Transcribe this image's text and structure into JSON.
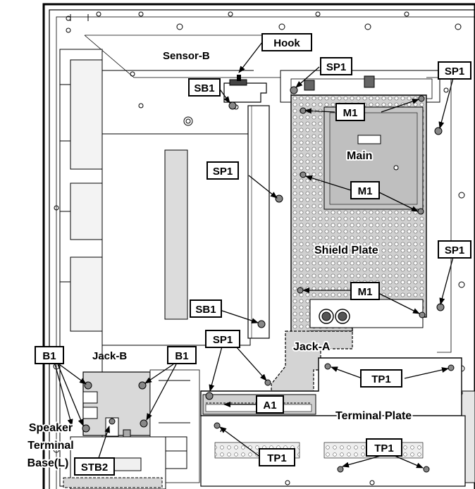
{
  "callouts": {
    "hook": "Hook",
    "sb1_top": "SB1",
    "sp1_top": "SP1",
    "sp1_right_top": "SP1",
    "m1_top": "M1",
    "sp1_left_mid": "SP1",
    "m1_mid": "M1",
    "sp1_right_mid": "SP1",
    "m1_bottom": "M1",
    "sb1_bottom": "SB1",
    "sp1_bottom": "SP1",
    "b1_left": "B1",
    "b1_right": "B1",
    "a1": "A1",
    "tp1_top": "TP1",
    "tp1_bottom_left": "TP1",
    "tp1_bottom_right": "TP1",
    "stb2": "STB2"
  },
  "labels": {
    "sensor_b": "Sensor-B",
    "main": "Main",
    "shield_plate": "Shield Plate",
    "jack_a": "Jack-A",
    "jack_b": "Jack-B",
    "terminal_plate": "Terminal Plate",
    "speaker_line1": "Speaker",
    "speaker_line2": "Terminal",
    "speaker_line3": "Base(L)"
  },
  "colors": {
    "line": "#000000",
    "panel_gray": "#d9d9d9",
    "shield_gray": "#c8c8c8",
    "light_gray": "#efefef"
  }
}
